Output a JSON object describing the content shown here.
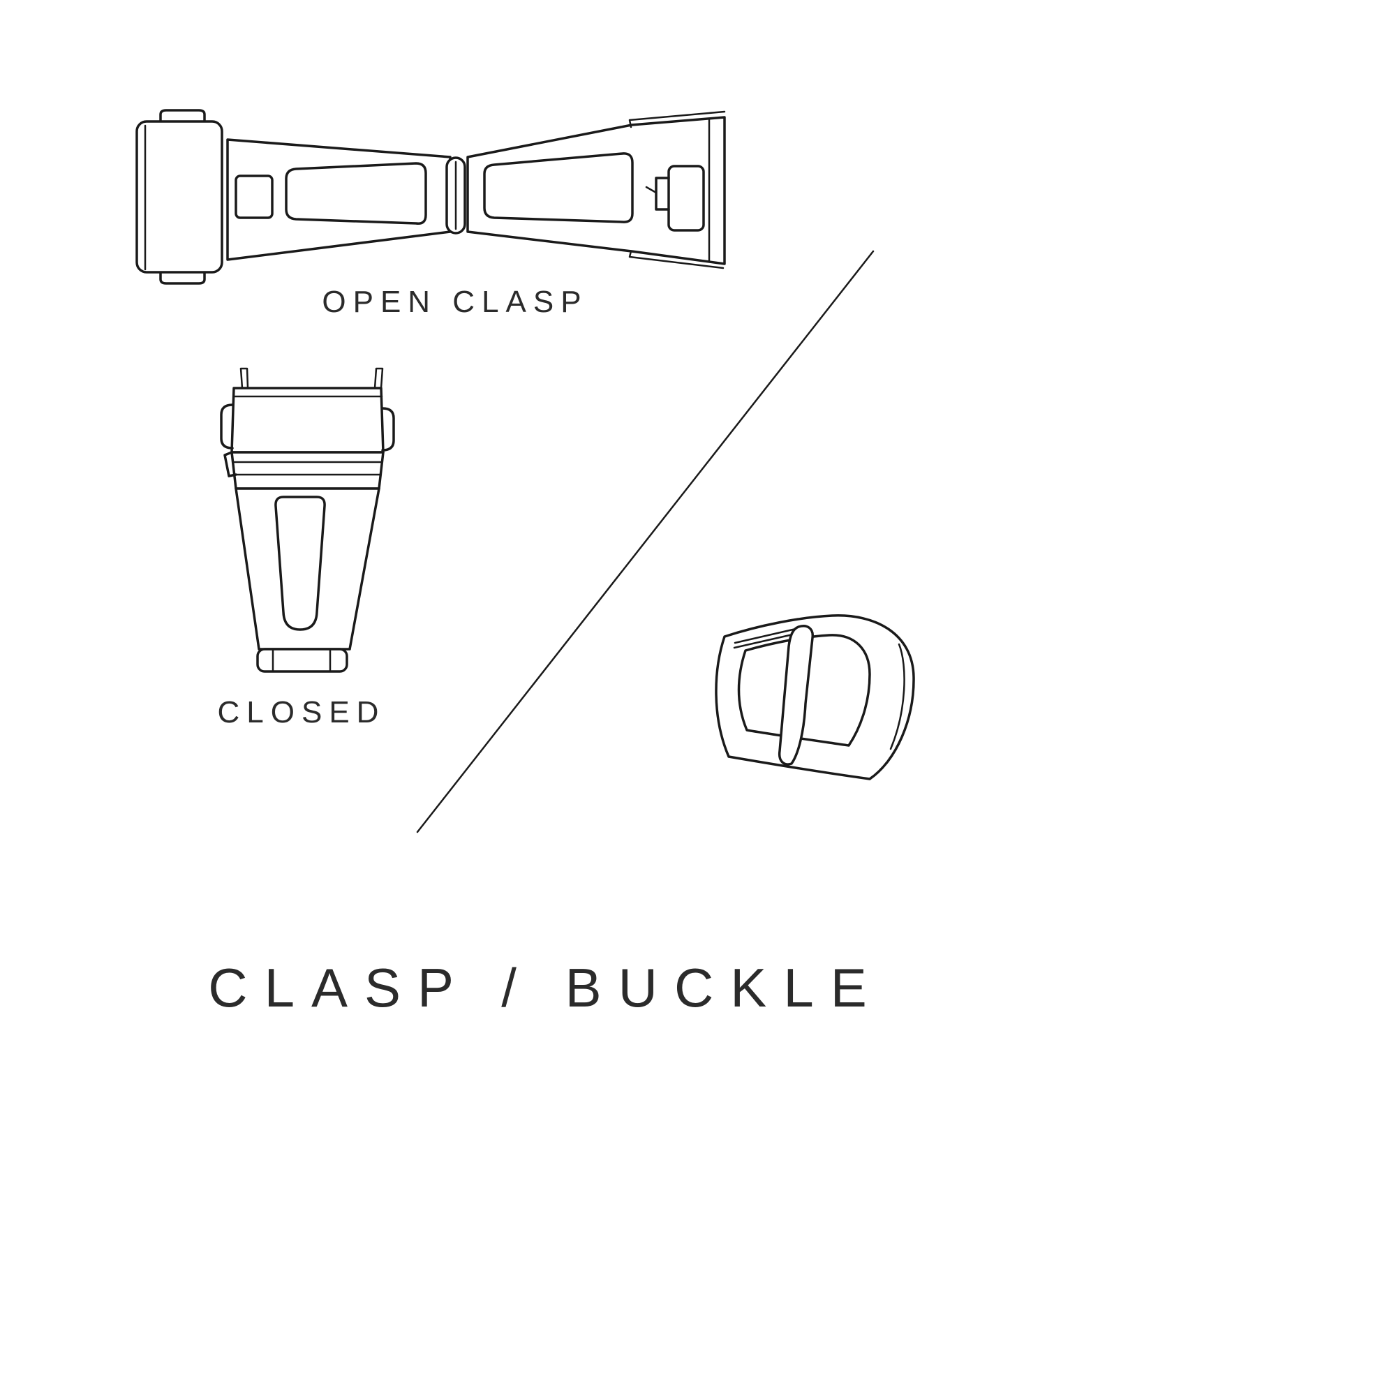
{
  "diagram": {
    "title": "CLASP / BUCKLE",
    "illustrations": [
      {
        "id": "open-clasp",
        "label": "OPEN CLASP"
      },
      {
        "id": "closed-clasp",
        "label": "CLOSED"
      },
      {
        "id": "tang-buckle",
        "label": ""
      }
    ],
    "colors": {
      "line": "#1a1a1a",
      "text": "#2b2b2b",
      "background": "#ffffff"
    }
  }
}
